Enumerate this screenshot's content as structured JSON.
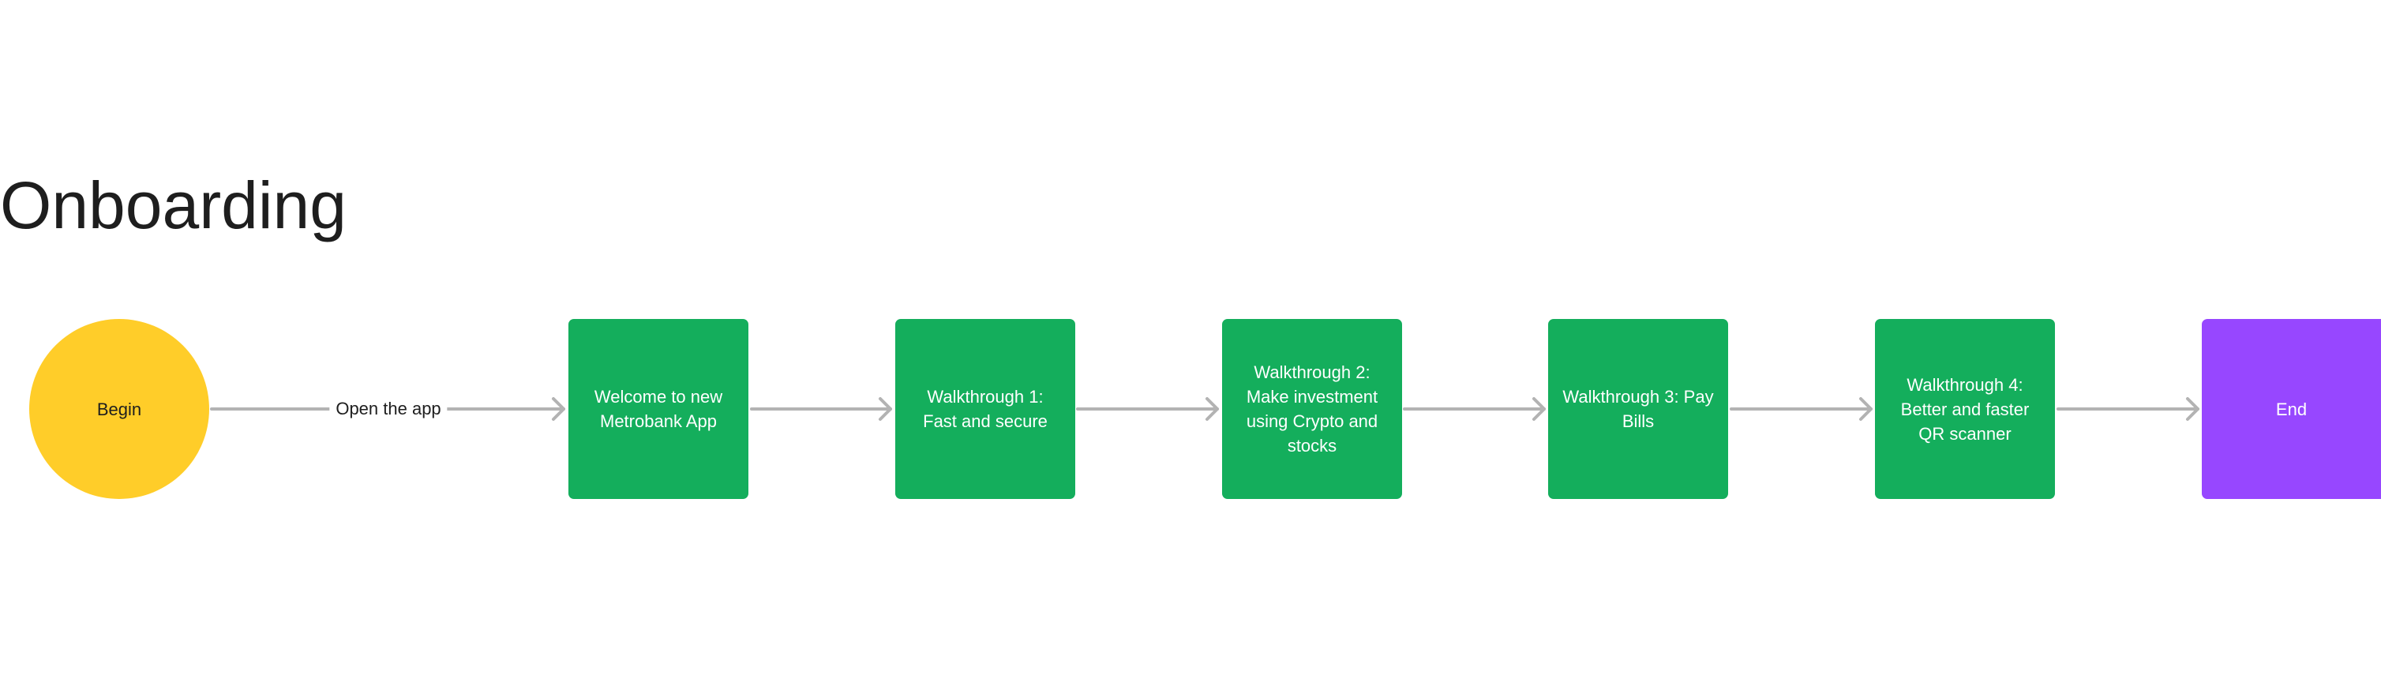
{
  "title": "Onboarding",
  "colors": {
    "start": "#ffcd29",
    "step": "#14ae5c",
    "end": "#9747ff",
    "connector": "#b3b3b3",
    "title_text": "#1e1e1e"
  },
  "nodes": {
    "begin": {
      "label": "Begin"
    },
    "welcome": {
      "label": "Welcome to new Metrobank App"
    },
    "walkthrough1": {
      "label": "Walkthrough 1: Fast and secure"
    },
    "walkthrough2": {
      "label": "Walkthrough 2: Make investment using Crypto and stocks"
    },
    "walkthrough3": {
      "label": "Walkthrough 3: Pay Bills"
    },
    "walkthrough4": {
      "label": "Walkthrough 4: Better and faster QR scanner"
    },
    "end": {
      "label": "End"
    }
  },
  "edges": [
    {
      "from": "begin",
      "to": "welcome",
      "label": "Open the app"
    },
    {
      "from": "welcome",
      "to": "walkthrough1",
      "label": ""
    },
    {
      "from": "walkthrough1",
      "to": "walkthrough2",
      "label": ""
    },
    {
      "from": "walkthrough2",
      "to": "walkthrough3",
      "label": ""
    },
    {
      "from": "walkthrough3",
      "to": "walkthrough4",
      "label": ""
    },
    {
      "from": "walkthrough4",
      "to": "end",
      "label": ""
    }
  ]
}
